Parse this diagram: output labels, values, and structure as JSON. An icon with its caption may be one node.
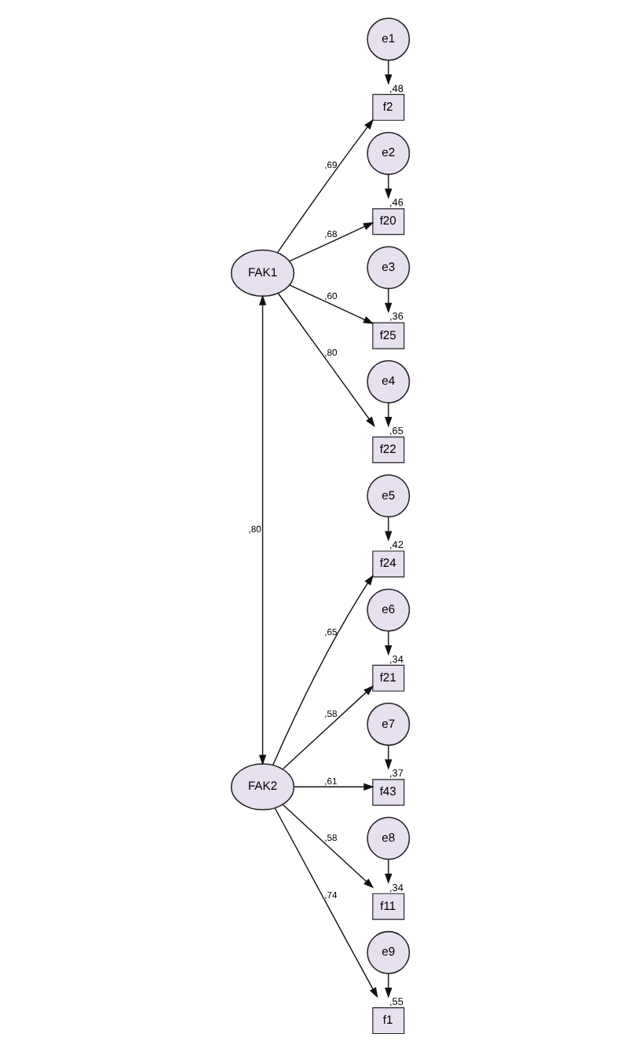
{
  "diagram": {
    "nodes": [
      {
        "text": [
          "FAK1"
        ]
      },
      {
        "text": [
          "f2"
        ],
        "beside": [
          ",48"
        ]
      },
      {
        "text": [
          "e1"
        ]
      },
      {
        "text": [
          "f20"
        ],
        "beside": [
          ",46"
        ]
      },
      {
        "text": [
          "e2"
        ]
      },
      {
        "text": [
          "f25"
        ],
        "beside": [
          ",36"
        ]
      },
      {
        "text": [
          "e3"
        ]
      },
      {
        "text": [
          "f22"
        ],
        "beside": [
          ",65"
        ]
      },
      {
        "text": [
          "e4"
        ]
      },
      {
        "text": [
          "FAK2"
        ]
      },
      {
        "text": [
          "f24"
        ],
        "beside": [
          ",42"
        ]
      },
      {
        "text": [
          "e5"
        ]
      },
      {
        "text": [
          "f21"
        ],
        "beside": [
          ",34"
        ]
      },
      {
        "text": [
          "e6"
        ]
      },
      {
        "text": [
          "f43"
        ],
        "beside": [
          ",37"
        ]
      },
      {
        "text": [
          "e7"
        ]
      },
      {
        "text": [
          "f11"
        ],
        "beside": [
          ",34"
        ]
      },
      {
        "text": [
          "e8"
        ]
      },
      {
        "text": [
          "f1"
        ],
        "beside": [
          ",55"
        ]
      },
      {
        "text": [
          "e9"
        ]
      }
    ],
    "edges": [
      {
        "from": 0,
        "to": 9,
        "arrow": "both",
        "label": ",80"
      },
      {
        "from": 0,
        "to": 1,
        "arrow": "to",
        "label": ",69"
      },
      {
        "from": 0,
        "to": 3,
        "arrow": "to",
        "label": ",68"
      },
      {
        "from": 0,
        "to": 5,
        "arrow": "to",
        "label": ",60"
      },
      {
        "from": 0,
        "to": 7,
        "arrow": "to",
        "label": ",80"
      },
      {
        "from": 2,
        "to": 1,
        "arrow": "to"
      },
      {
        "from": 4,
        "to": 3,
        "arrow": "to"
      },
      {
        "from": 6,
        "to": 5,
        "arrow": "to"
      },
      {
        "from": 8,
        "to": 7,
        "arrow": "to"
      },
      {
        "from": 9,
        "to": 10,
        "arrow": "to",
        "label": ",65"
      },
      {
        "from": 9,
        "to": 12,
        "arrow": "to",
        "label": ",58"
      },
      {
        "from": 9,
        "to": 14,
        "arrow": "to",
        "label": ",61"
      },
      {
        "from": 9,
        "to": 16,
        "arrow": "to",
        "label": ",58"
      },
      {
        "from": 9,
        "to": 18,
        "arrow": "to",
        "label": ",74"
      },
      {
        "from": 11,
        "to": 10,
        "arrow": "to"
      },
      {
        "from": 13,
        "to": 12,
        "arrow": "to"
      },
      {
        "from": 15,
        "to": 14,
        "arrow": "to"
      },
      {
        "from": 17,
        "to": 16,
        "arrow": "to"
      },
      {
        "from": 19,
        "to": 18,
        "arrow": "to"
      }
    ]
  }
}
